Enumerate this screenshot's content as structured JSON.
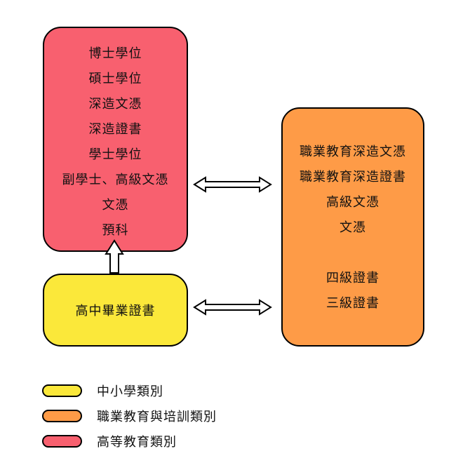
{
  "boxes": {
    "higher": {
      "lines": [
        "博士學位",
        "碩士學位",
        "深造文憑",
        "深造證書",
        "學士學位",
        "副學士、高級文憑",
        "文憑",
        "預科"
      ],
      "color": "#f8606f"
    },
    "secondary": {
      "label": "高中畢業證書",
      "color": "#fbe83a"
    },
    "vocational": {
      "lines": [
        "職業教育深造文憑",
        "職業教育深造證書",
        "高級文憑",
        "文憑",
        "",
        "四級證書",
        "三級證書"
      ],
      "color": "#fe9b47"
    }
  },
  "legend": [
    {
      "label": "中小學類別",
      "color": "#fbe83a"
    },
    {
      "label": "職業教育與培訓類別",
      "color": "#fe9b47"
    },
    {
      "label": "高等教育類別",
      "color": "#f8606f"
    }
  ]
}
